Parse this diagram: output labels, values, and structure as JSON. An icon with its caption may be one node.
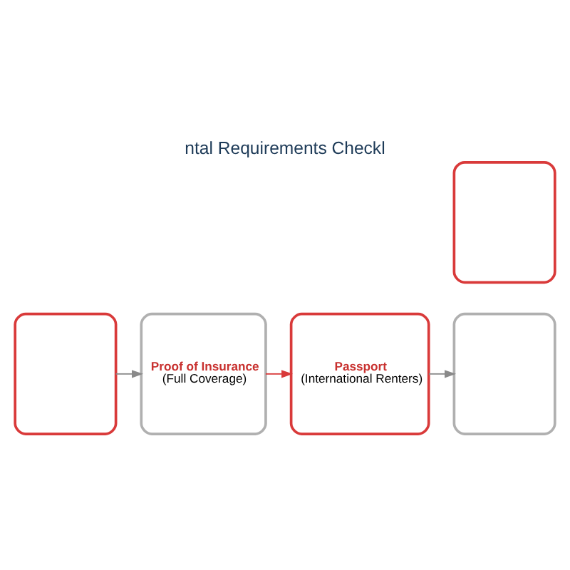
{
  "diagram": {
    "title": "ntal Requirements Checkl",
    "nodes": [
      {
        "text": [],
        "shape": "box"
      },
      {
        "text": [
          "Proof of Insurance",
          "(Full Coverage)"
        ]
      },
      {
        "text": [
          "Passport",
          "(International Renters)"
        ]
      },
      {
        "text": [],
        "shape": "box"
      },
      {
        "text": [],
        "shape": "box"
      }
    ],
    "edges": [
      {
        "from": 0,
        "to": 1,
        "arrow": "to"
      },
      {
        "from": 1,
        "to": 2,
        "arrow": "to",
        "color": "#d93a3a"
      },
      {
        "from": 2,
        "to": 3,
        "arrow": "to"
      }
    ]
  }
}
